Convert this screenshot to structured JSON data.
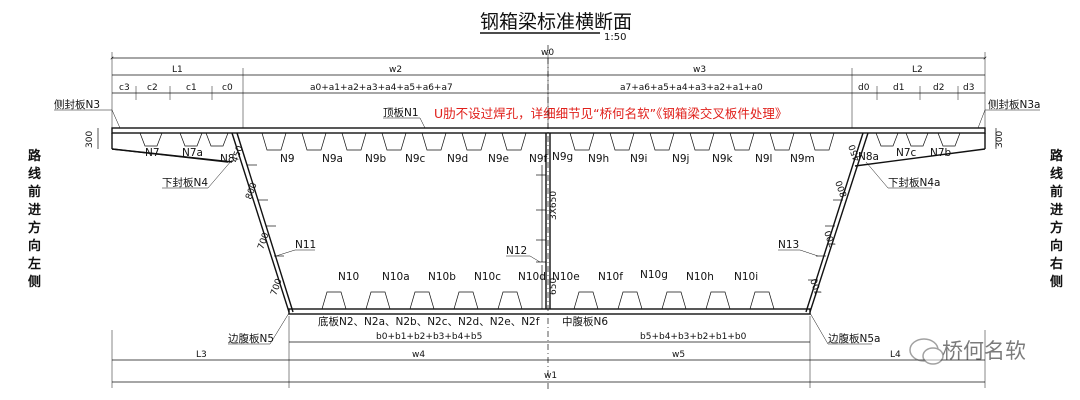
{
  "title": "钢箱梁标准横断面",
  "scale": "1:50",
  "note": "U肋不设过焊孔，详细细节见“桥何名软”《钢箱梁交叉板件处理》",
  "top_dims": {
    "w0": "w0",
    "L1": "L1",
    "w2": "w2",
    "w3": "w3",
    "L2": "L2",
    "left_subs": [
      "c3",
      "c2",
      "c1",
      "c0"
    ],
    "mid_left": "a0+a1+a2+a3+a4+a5+a6+a7",
    "mid_right": "a7+a6+a5+a4+a3+a2+a1+a0",
    "right_subs": [
      "d0",
      "d1",
      "d2",
      "d3"
    ]
  },
  "bottom_dims": {
    "L3": "L3",
    "L4": "L4",
    "b_left": "b0+b1+b2+b3+b4+b5",
    "b_right": "b5+b4+b3+b2+b1+b0",
    "w4": "w4",
    "w5": "w5",
    "w1": "w1"
  },
  "vertical_dims": {
    "flange_left": "300",
    "flange_right": "300",
    "web_left": [
      "450",
      "800",
      "700",
      "700"
    ],
    "web_right": [
      "450",
      "800",
      "700",
      "700"
    ],
    "center_top": "3X650",
    "center_bottom": "650"
  },
  "side_labels": {
    "left": [
      "路",
      "线",
      "前",
      "进",
      "方",
      "向",
      "左",
      "侧"
    ],
    "right": [
      "路",
      "线",
      "前",
      "进",
      "方",
      "向",
      "右",
      "侧"
    ]
  },
  "plates": {
    "left_side": "侧封板N3",
    "right_side": "侧封板N3a",
    "top": "顶板N1",
    "left_lower_seal": "下封板N4",
    "right_lower_seal": "下封板N4a",
    "left_web": "边腹板N5",
    "right_web": "边腹板N5a",
    "bottom": "底板N2、N2a、N2b、N2c、N2d、N2e、N2f",
    "mid_web": "中腹板N6"
  },
  "ribs_top": [
    "N7",
    "N7a",
    "N8",
    "N9",
    "N9a",
    "N9b",
    "N9c",
    "N9d",
    "N9e",
    "N9f",
    "N9g",
    "N9h",
    "N9i",
    "N9j",
    "N9k",
    "N9l",
    "N9m",
    "N8a",
    "N7c",
    "N7b"
  ],
  "ribs_bottom": [
    "N10",
    "N10a",
    "N10b",
    "N10c",
    "N10d",
    "N10e",
    "N10f",
    "N10g",
    "N10h",
    "N10i"
  ],
  "web_stiffeners": [
    "N11",
    "N12",
    "N13"
  ],
  "watermark": "桥何名软"
}
